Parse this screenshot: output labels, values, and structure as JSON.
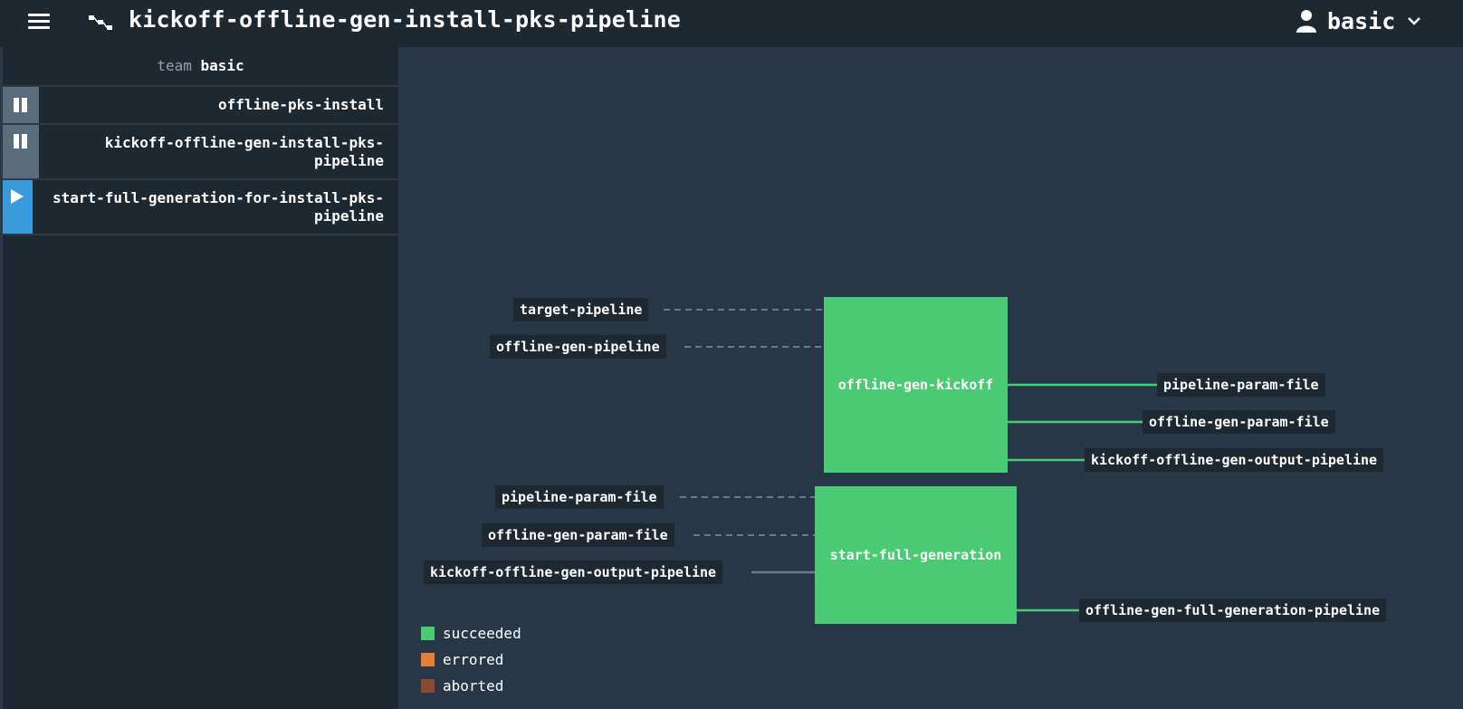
{
  "header": {
    "menu_icon": "hamburger-icon",
    "pipeline_icon": "pipeline-icon",
    "title": "kickoff-offline-gen-install-pks-pipeline",
    "user_icon": "user-icon",
    "user_name": "basic"
  },
  "sidebar": {
    "team_word": "team",
    "team_name": "basic",
    "pipelines": [
      {
        "name": "offline-pks-install",
        "state": "paused",
        "icon": "pause-icon"
      },
      {
        "name": "kickoff-offline-gen-install-pks-pipeline",
        "state": "paused",
        "icon": "pause-icon"
      },
      {
        "name": "start-full-generation-for-install-pks-pipeline",
        "state": "running",
        "icon": "play-icon"
      }
    ]
  },
  "graph": {
    "jobs": [
      {
        "name": "offline-gen-kickoff",
        "status": "succeeded"
      },
      {
        "name": "start-full-generation",
        "status": "succeeded"
      }
    ],
    "inputs_kickoff": [
      "target-pipeline",
      "offline-gen-pipeline"
    ],
    "outputs_kickoff": [
      "pipeline-param-file",
      "offline-gen-param-file",
      "kickoff-offline-gen-output-pipeline"
    ],
    "inputs_full": [
      "pipeline-param-file",
      "offline-gen-param-file",
      "kickoff-offline-gen-output-pipeline"
    ],
    "outputs_full": [
      "offline-gen-full-generation-pipeline"
    ]
  },
  "legend": [
    {
      "label": "succeeded",
      "color": "#4aca73"
    },
    {
      "label": "errored",
      "color": "#e67e34"
    },
    {
      "label": "aborted",
      "color": "#8b4a2f"
    }
  ],
  "colors": {
    "topbar": "#1e2831",
    "background": "#273747",
    "job_succeeded": "#4aca73",
    "paused_toggle": "#5b6c7d",
    "running_toggle": "#3a9bdb"
  }
}
